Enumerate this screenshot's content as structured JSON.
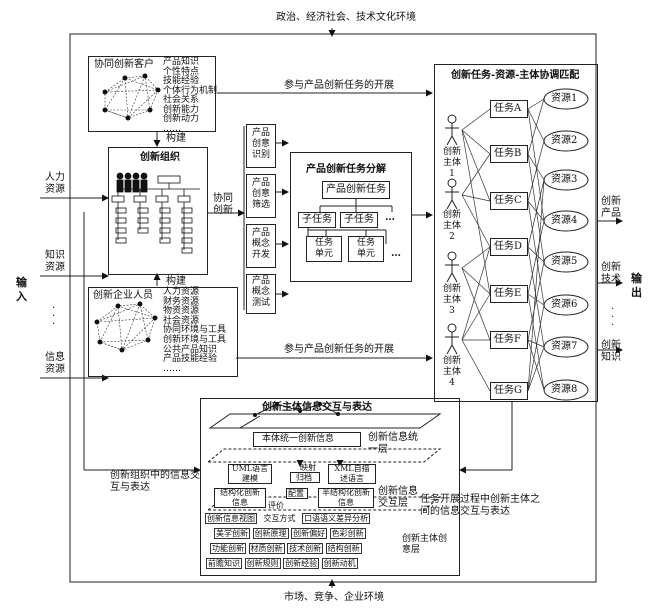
{
  "env_top": "政治、经济社会、技术文化环境",
  "env_bottom": "市场、竞争、企业环境",
  "inputs": {
    "label": "输入",
    "items": [
      "人力资源",
      "知识资源",
      "信息资源"
    ]
  },
  "outputs": {
    "label": "输出",
    "items": [
      "创新产品",
      "创新技术",
      "创新知识"
    ]
  },
  "customers": {
    "title": "协同创新客户",
    "items": [
      "产品知识",
      "个性特点",
      "技能经验",
      "个体行为机制",
      "社会关系",
      "创新能力",
      "创新动力",
      "……"
    ]
  },
  "org": {
    "title": "创新组织",
    "build_top": "构建",
    "build_bottom": "构建",
    "collab": "协同创新"
  },
  "enterprise": {
    "title": "创新企业人员",
    "items": [
      "人力资源",
      "财务资源",
      "物资资源",
      "社会资源",
      "协同环境与工具",
      "创新环境与工具",
      "公共产品知识",
      "产品技能经验",
      "……"
    ]
  },
  "stages": [
    "产品创意识别",
    "产品创意筛选",
    "产品概念开发",
    "产品概念测试"
  ],
  "task_decomp": {
    "title": "产品创新任务分解",
    "root": "产品创新任务",
    "subtasks": [
      "子任务",
      "子任务",
      "…"
    ],
    "units": [
      "任务单元",
      "任务单元",
      "…"
    ]
  },
  "flow_top": "参与产品创新任务的开展",
  "flow_bottom": "参与产品创新任务的开展",
  "matching": {
    "title": "创新任务-资源-主体协调匹配",
    "subjects": [
      "创新主体1",
      "创新主体2",
      "创新主体3",
      "创新主体4"
    ],
    "tasks": [
      "任务A",
      "任务B",
      "任务C",
      "任务D",
      "任务E",
      "任务F",
      "任务G"
    ],
    "resources": [
      "资源1",
      "资源2",
      "资源3",
      "资源4",
      "资源5",
      "资源6",
      "资源7",
      "资源8"
    ]
  },
  "info": {
    "title": "创新主体信息交互与表达",
    "layer1": "创新信息统一层",
    "layer2": "创新信息交互层",
    "layer3": "创新主体创意层",
    "unified_box": "本体统一创新信息",
    "uml": "UML语言建模",
    "mapping": "映射",
    "xml": "XML自描述语言",
    "archive": "归档",
    "struct": "结构化创新信息",
    "config": "配置",
    "semi": "半结构化创新信息",
    "review": "评价",
    "row1": [
      "创新信息视图",
      "交互方式",
      "口语语义差异分析"
    ],
    "row2": [
      "美学创新",
      "创新原理",
      "创新偏好",
      "色彩创新"
    ],
    "row3": [
      "功能创新",
      "材质创新",
      "技术创新",
      "结构创新"
    ],
    "row4": [
      "前瞻知识",
      "创新规则",
      "创新经验",
      "创新动机"
    ]
  },
  "note_org": "创新组织中的信息交互与表达",
  "note_task": "任务开展过程中创新主体之间的信息交互与表达"
}
